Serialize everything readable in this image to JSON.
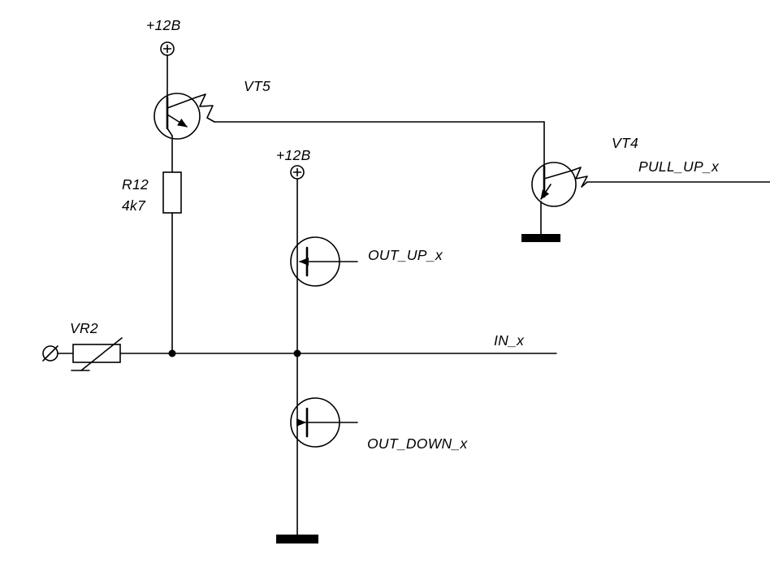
{
  "diagram": {
    "background": "#ffffff",
    "line_color": "#000000",
    "labels": {
      "power_top": "+12B",
      "power_mid": "+12B",
      "vt5": "VT5",
      "vt4": "VT4",
      "r12_ref": "R12",
      "r12_value": "4k7",
      "vr2": "VR2",
      "out_up": "OUT_UP_x",
      "out_down": "OUT_DOWN_x",
      "in_net": "IN_x",
      "pull_up": "PULL_UP_x"
    },
    "components": [
      {
        "ref": "VT5",
        "type": "transistor"
      },
      {
        "ref": "VT4",
        "type": "transistor"
      },
      {
        "ref": "R12",
        "type": "resistor",
        "value": "4k7"
      },
      {
        "ref": "VR2",
        "type": "varistor"
      },
      {
        "ref": "OUT_UP_x",
        "type": "mosfet"
      },
      {
        "ref": "OUT_DOWN_x",
        "type": "mosfet"
      }
    ]
  }
}
